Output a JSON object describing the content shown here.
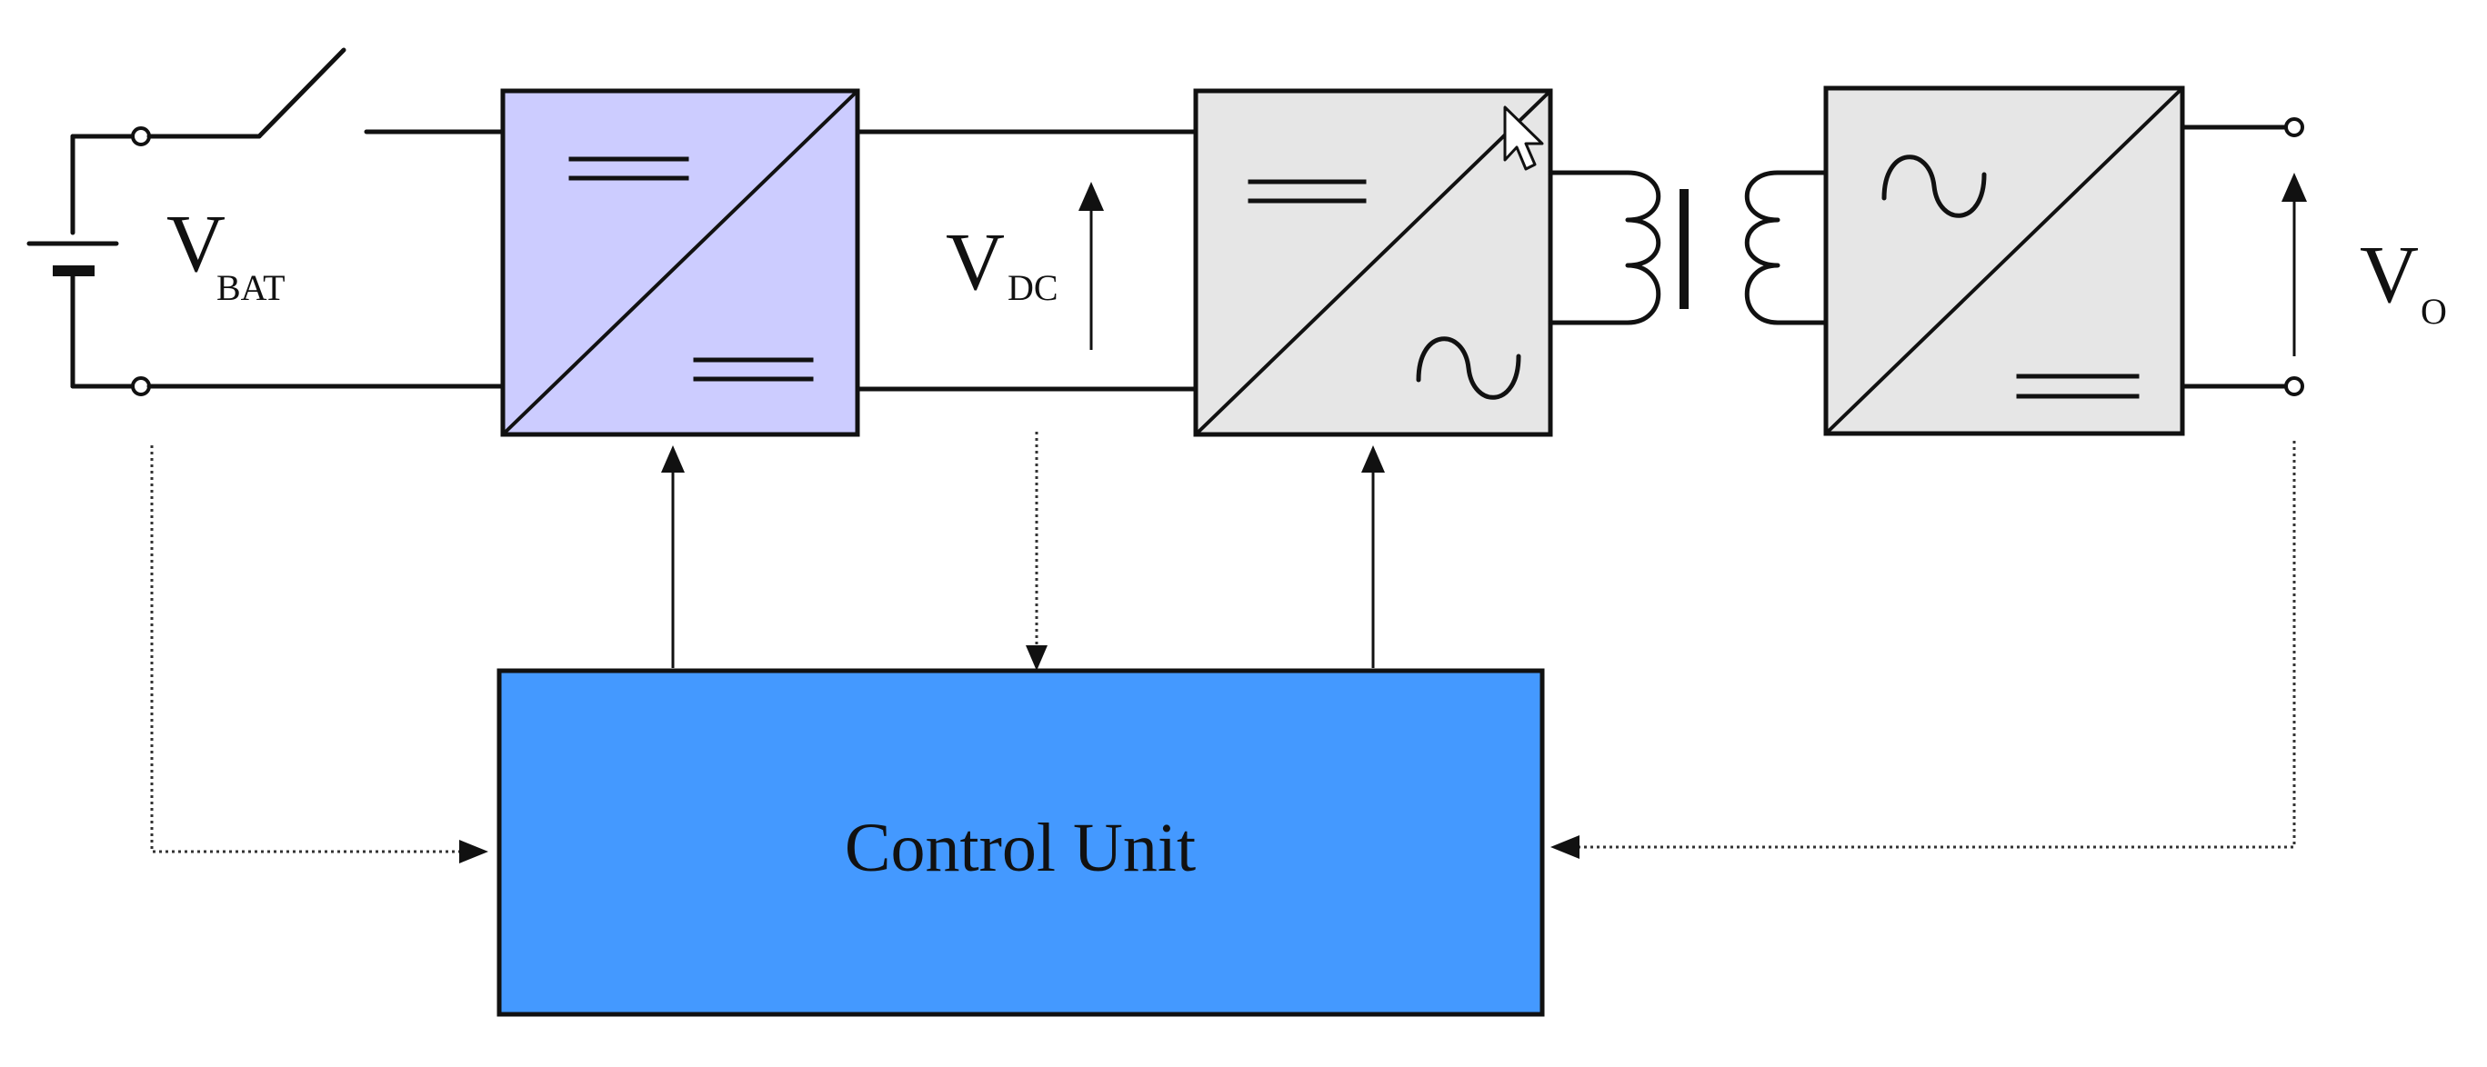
{
  "labels": {
    "battery_voltage": "V",
    "battery_voltage_sub": "BAT",
    "dc_link_voltage": "V",
    "dc_link_voltage_sub": "DC",
    "output_voltage": "V",
    "output_voltage_sub": "O",
    "control_unit": "Control Unit"
  },
  "blocks": {
    "dc_dc_converter": {
      "input_symbol": "=",
      "output_symbol": "=",
      "fill": "#ccccff"
    },
    "dc_ac_inverter": {
      "input_symbol": "=",
      "output_symbol": "~",
      "fill": "#e6e6e6"
    },
    "ac_dc_rectifier": {
      "input_symbol": "~",
      "output_symbol": "=",
      "fill": "#e6e6e6"
    },
    "control_unit": {
      "fill": "#4499ff"
    }
  },
  "components": {
    "battery": "battery-symbol",
    "switch": "switch-symbol",
    "transformer": "transformer-symbol"
  },
  "icons": {
    "cursor": "mouse-pointer-icon"
  }
}
